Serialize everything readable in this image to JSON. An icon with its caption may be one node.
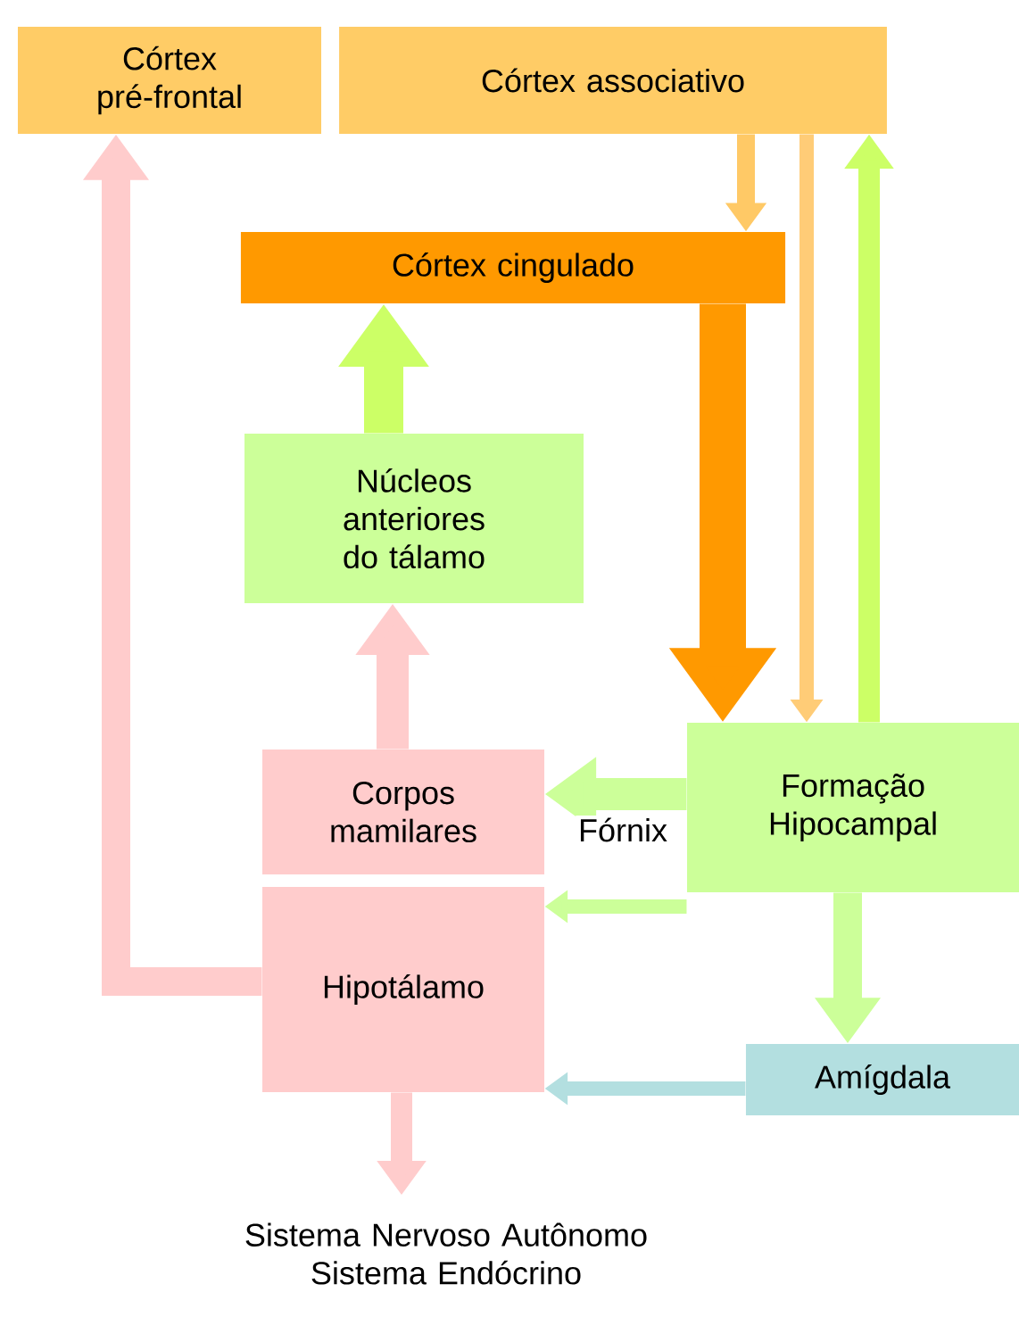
{
  "diagram": {
    "nodes": [
      {
        "text": [
          "Córtex pré-frontal"
        ]
      },
      {
        "text": [
          "Córtex associativo"
        ]
      },
      {
        "text": [
          "Córtex cingulado"
        ]
      },
      {
        "text": [
          "Núcleos anteriores do tálamo"
        ]
      },
      {
        "text": [
          "Corpos mamilares"
        ]
      },
      {
        "text": [
          "Formação Hipocampal"
        ]
      },
      {
        "text": [
          "Hipotálamo"
        ]
      },
      {
        "text": [
          "Amígdala"
        ]
      },
      {
        "text": [
          "Sistema Nervoso Autônomo Sistema Endócrino"
        ]
      }
    ],
    "edges": [
      {
        "from": 1,
        "to": 2,
        "arrow": "to",
        "color": "#ffc966"
      },
      {
        "from": 1,
        "to": 5,
        "arrow": "to",
        "color": "#ffcc77"
      },
      {
        "from": 5,
        "to": 1,
        "arrow": "to",
        "color": "#ccff66"
      },
      {
        "from": 2,
        "to": 5,
        "arrow": "to",
        "style": "thick",
        "color": "#ff9900"
      },
      {
        "from": 3,
        "to": 2,
        "arrow": "to",
        "style": "thick",
        "color": "#ccff66"
      },
      {
        "from": 4,
        "to": 3,
        "arrow": "to",
        "color": "#ffcccc"
      },
      {
        "from": 5,
        "to": 4,
        "arrow": "to",
        "label": "Fórnix",
        "color": "#ccff99"
      },
      {
        "from": 5,
        "to": 6,
        "arrow": "to",
        "color": "#ccff99"
      },
      {
        "from": 6,
        "to": 0,
        "arrow": "to",
        "color": "#ffcccc"
      },
      {
        "from": 6,
        "to": 8,
        "arrow": "to",
        "color": "#ffcccc"
      },
      {
        "from": 5,
        "to": 7,
        "arrow": "to",
        "color": "#ccff99"
      },
      {
        "from": 7,
        "to": 6,
        "arrow": "to",
        "color": "#b3dfe0"
      }
    ]
  }
}
